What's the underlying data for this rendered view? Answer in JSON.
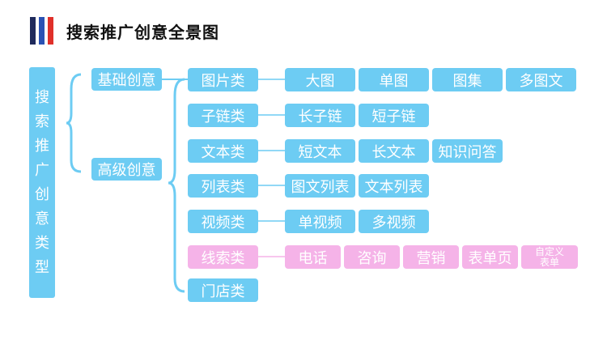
{
  "title": "搜索推广创意全景图",
  "root": {
    "chars": [
      "搜",
      "索",
      "推",
      "广",
      "创",
      "意",
      "类",
      "型"
    ]
  },
  "level1": [
    "基础创意",
    "高级创意"
  ],
  "rows": [
    {
      "category": "图片类",
      "items": [
        "大图",
        "单图",
        "图集",
        "多图文"
      ]
    },
    {
      "category": "子链类",
      "items": [
        "长子链",
        "短子链"
      ]
    },
    {
      "category": "文本类",
      "items": [
        "短文本",
        "长文本",
        "知识问答"
      ]
    },
    {
      "category": "列表类",
      "items": [
        "图文列表",
        "文本列表"
      ]
    },
    {
      "category": "视频类",
      "items": [
        "单视频",
        "多视频"
      ]
    },
    {
      "category": "线索类",
      "items": [
        "电话",
        "咨询",
        "营销",
        "表单页"
      ],
      "custom": [
        "自定义",
        "表单"
      ]
    },
    {
      "category": "门店类",
      "items": []
    }
  ],
  "colors": {
    "blue": "#6dccf3",
    "pink": "#f5b3e8",
    "connector": "#6dccf3",
    "flag": [
      "#1f2a5c",
      "#2a52b4",
      "#e0302a"
    ]
  }
}
